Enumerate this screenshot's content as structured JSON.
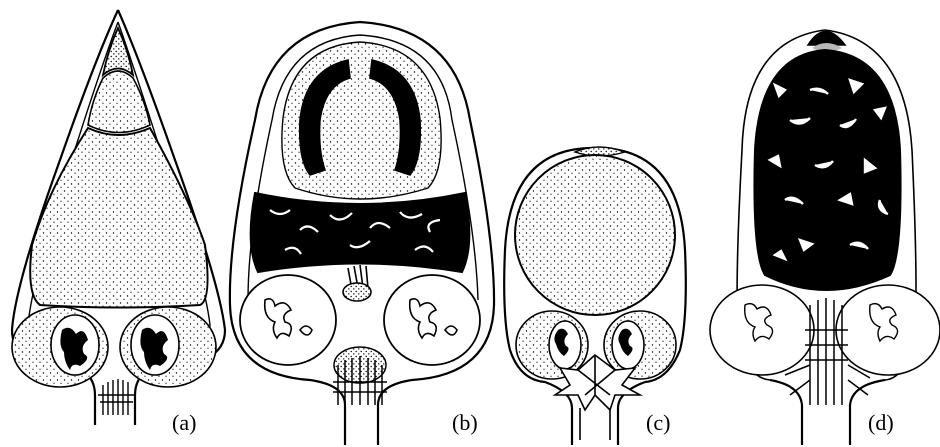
{
  "panels": [
    {
      "id": "a",
      "label": "(a)"
    },
    {
      "id": "b",
      "label": "(b)"
    },
    {
      "id": "c",
      "label": "(c)"
    },
    {
      "id": "d",
      "label": "(d)"
    }
  ],
  "colors": {
    "ink": "#000000",
    "paper": "#ffffff",
    "gray_cap": "#b8b8b8"
  }
}
